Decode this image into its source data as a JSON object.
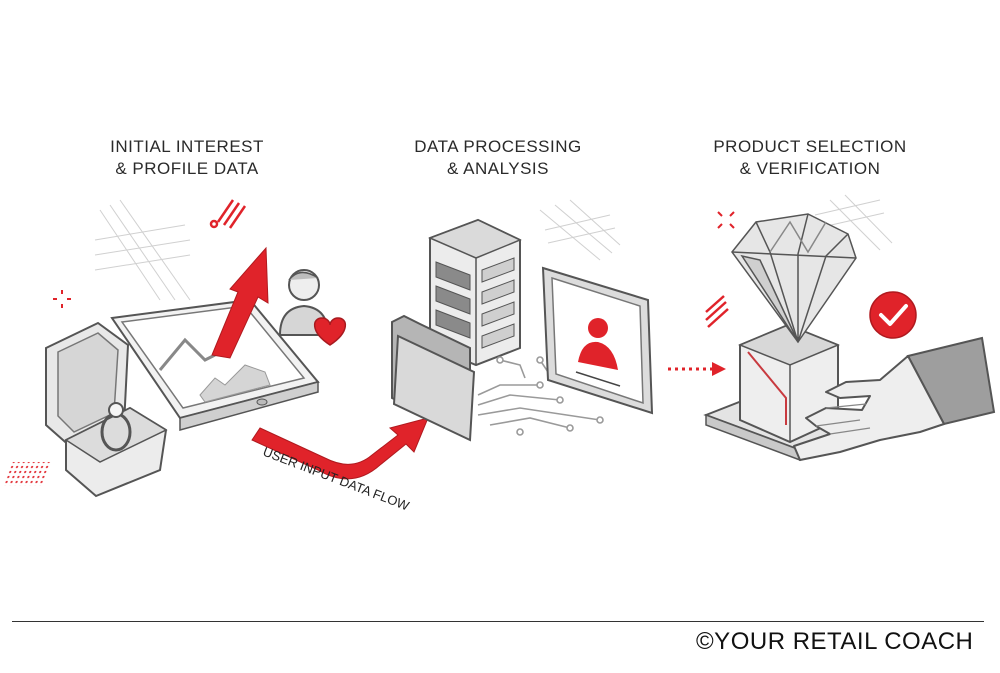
{
  "stages": [
    {
      "title_line1": "INITIAL INTEREST",
      "title_line2": "& PROFILE DATA"
    },
    {
      "title_line1": "DATA PROCESSING",
      "title_line2": "& ANALYSIS"
    },
    {
      "title_line1": "PRODUCT SELECTION",
      "title_line2": "& VERIFICATION"
    }
  ],
  "flow_label": "USER INPUT DATA FLOW",
  "footer": "©YOUR RETAIL COACH",
  "colors": {
    "accent": "#e0232a",
    "outline": "#555555",
    "fill": "#e6e6e6"
  },
  "icons": [
    "ring-box-icon",
    "tablet-chart-icon",
    "user-heart-icon",
    "server-icon",
    "folder-icon",
    "monitor-user-icon",
    "circuit-icon",
    "diamond-icon",
    "pedestal-icon",
    "hand-icon",
    "check-badge-icon"
  ]
}
